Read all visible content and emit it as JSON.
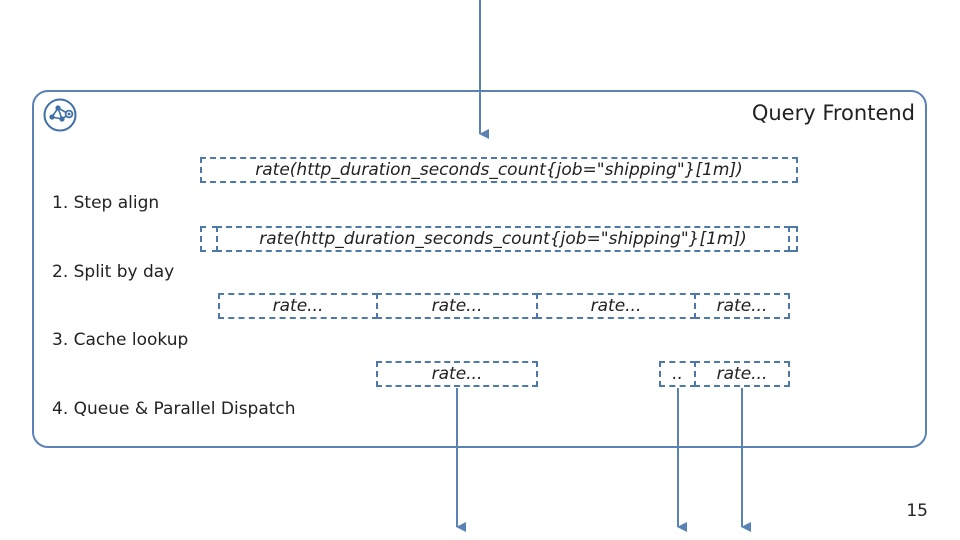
{
  "panel": {
    "title": "Query Frontend",
    "logo_icon": "network-graph-icon"
  },
  "query": {
    "original": "rate(http_duration_seconds_count{job=\"shipping\"}[1m])",
    "aligned": "rate(http_duration_seconds_count{job=\"shipping\"}[1m])"
  },
  "steps": {
    "step1": "1. Step align",
    "step2": "2. Split by day",
    "step3": "3. Cache lookup",
    "step4": "4. Queue & Parallel Dispatch"
  },
  "split_boxes": [
    "rate...",
    "rate...",
    "rate...",
    "rate..."
  ],
  "cache_boxes": {
    "miss_a": "rate...",
    "partial": "..",
    "miss_b": "rate..."
  },
  "page_number": "15",
  "colors": {
    "accent": "#4d78ac",
    "border": "#5b82b5",
    "text": "#222222"
  }
}
